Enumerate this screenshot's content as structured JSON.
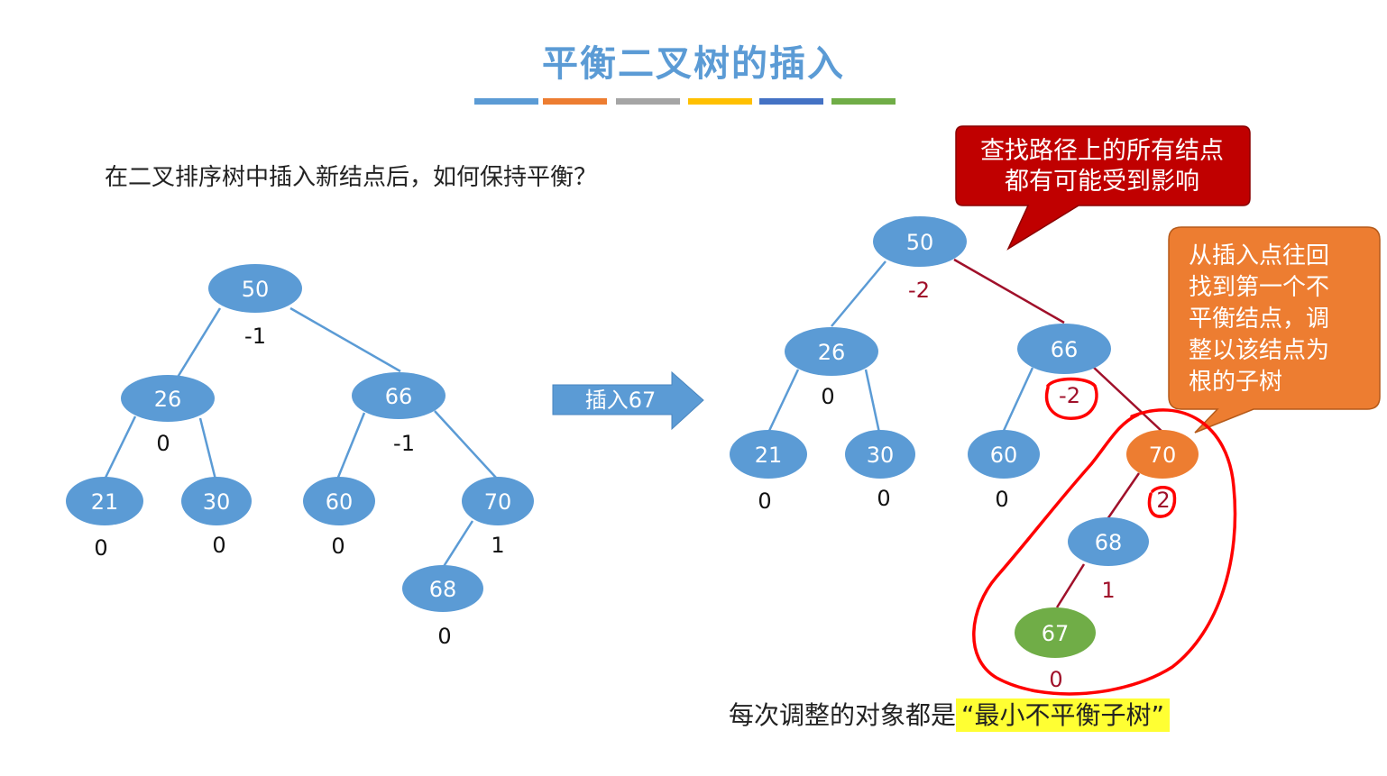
{
  "title": "平衡二叉树的插入",
  "title_color": "#5b9bd5",
  "color_bar": [
    "#5b9bd5",
    "#ed7d31",
    "#a5a5a5",
    "#ffc000",
    "#4472c4",
    "#70ad47"
  ],
  "question": "在二叉排序树中插入新结点后，如何保持平衡？",
  "arrow_label": "插入67",
  "left_tree": {
    "nodes": [
      {
        "key": "50",
        "bf": "-1"
      },
      {
        "key": "26",
        "bf": "0"
      },
      {
        "key": "66",
        "bf": "-1"
      },
      {
        "key": "21",
        "bf": "0"
      },
      {
        "key": "30",
        "bf": "0"
      },
      {
        "key": "60",
        "bf": "0"
      },
      {
        "key": "70",
        "bf": "1"
      },
      {
        "key": "68",
        "bf": "0"
      }
    ]
  },
  "right_tree": {
    "nodes": [
      {
        "key": "50",
        "bf": "-2"
      },
      {
        "key": "26",
        "bf": "0"
      },
      {
        "key": "66",
        "bf": "-2"
      },
      {
        "key": "21",
        "bf": "0"
      },
      {
        "key": "30",
        "bf": "0"
      },
      {
        "key": "60",
        "bf": "0"
      },
      {
        "key": "70",
        "bf": "2"
      },
      {
        "key": "68",
        "bf": "1"
      },
      {
        "key": "67",
        "bf": "0"
      }
    ]
  },
  "callout_red": {
    "line1": "查找路径上的所有结点",
    "line2": "都有可能受到影响"
  },
  "callout_orange": {
    "lines": [
      "从插入点往回",
      "找到第一个不",
      "平衡结点，调",
      "整以该结点为",
      "根的子树"
    ]
  },
  "bottom": {
    "prefix": "每次调整的对象都是",
    "highlight": "“最小不平衡子树”"
  },
  "colors": {
    "node": "#5b9bd5",
    "unbalanced_node": "#ed7d31",
    "inserted_node": "#70ad47",
    "path_line": "#a0102a",
    "red_callout": "#c00000",
    "orange_callout": "#ed7d31",
    "highlight": "#ffff33",
    "annotation": "#ff0000"
  }
}
